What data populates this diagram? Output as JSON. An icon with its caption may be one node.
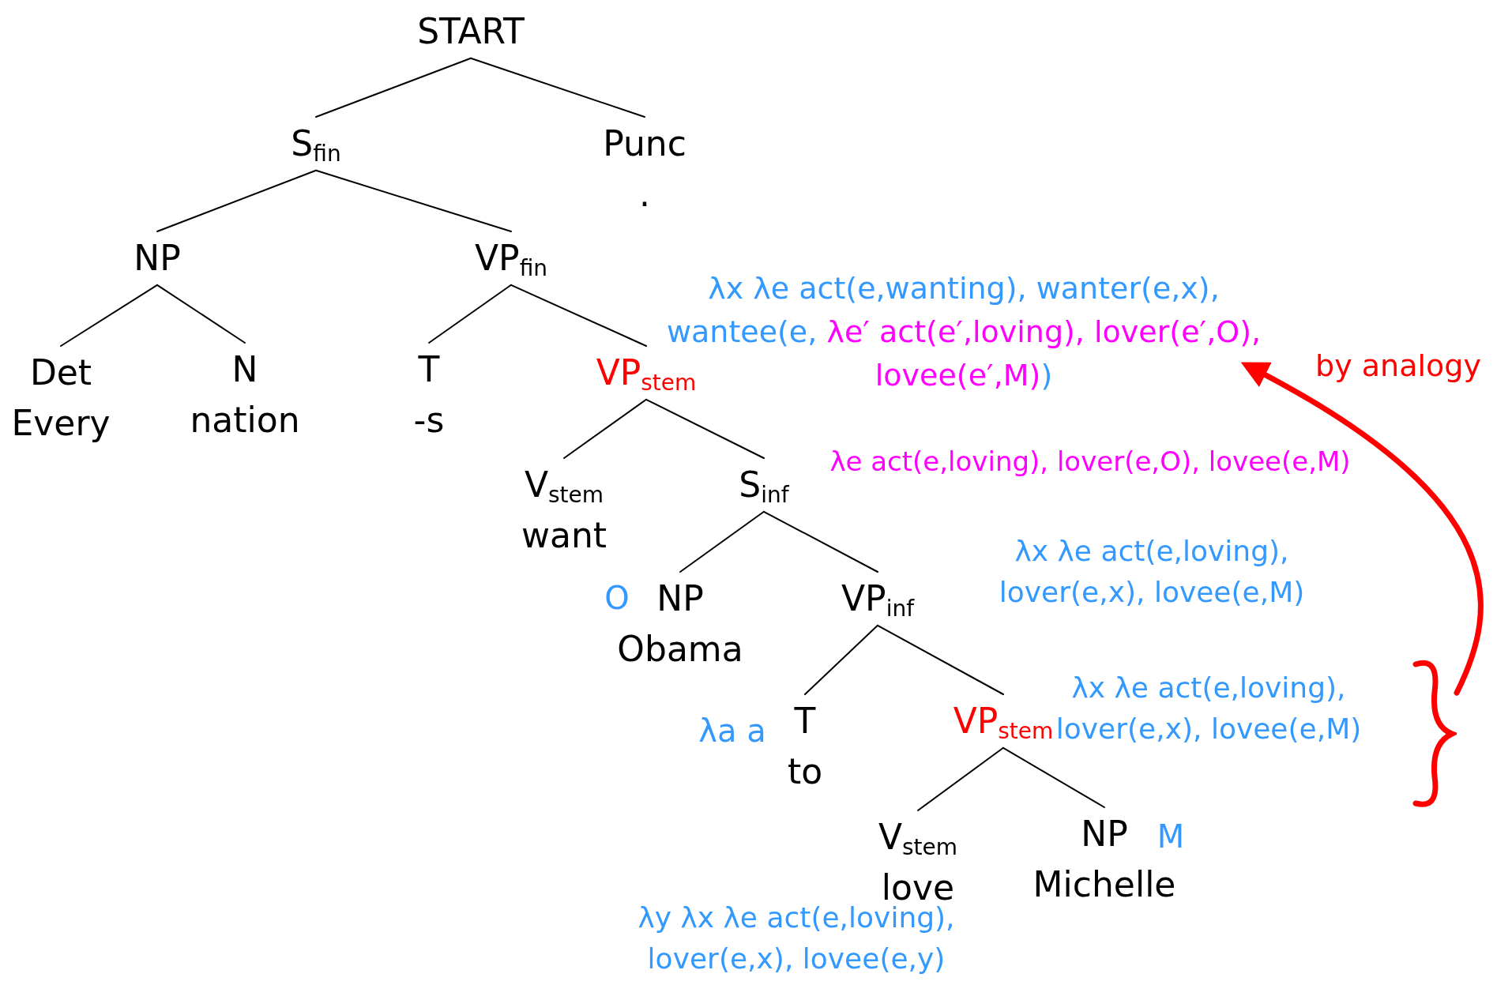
{
  "diagram": {
    "nodes": [
      {
        "text": [
          "START"
        ]
      },
      {
        "text": [
          "S$_{fin}$"
        ]
      },
      {
        "text": [
          "Punc",
          "."
        ]
      },
      {
        "text": [
          "NP"
        ]
      },
      {
        "text": [
          "VP$_{fin}$"
        ]
      },
      {
        "text": [
          "Det",
          "Every"
        ]
      },
      {
        "text": [
          "N",
          "nation"
        ]
      },
      {
        "text": [
          "T",
          "-s"
        ]
      },
      {
        "text": [
          "VP$_{stem}$"
        ]
      },
      {
        "text": [
          "V$_{stem}$",
          "want"
        ]
      },
      {
        "text": [
          "S$_{inf}$"
        ]
      },
      {
        "text": [
          "NP",
          "Obama"
        ],
        "beside": [
          "O"
        ]
      },
      {
        "text": [
          "VP$_{inf}$"
        ]
      },
      {
        "text": [
          "T",
          "to"
        ],
        "beside": [
          "λa a"
        ]
      },
      {
        "text": [
          "VP$_{stem}$"
        ]
      },
      {
        "text": [
          "V$_{stem}$",
          "love"
        ]
      },
      {
        "text": [
          "NP",
          "Michelle"
        ],
        "beside": [
          "M"
        ]
      },
      {
        "text": [
          "λx λe act(e,wanting), wanter(e,x), wantee(e,",
          "λe′ act(e′,loving), lover(e′,O), lovee(e′,M)",
          ")"
        ]
      },
      {
        "text": [
          "λx λe act(e,loving), lover(e,x), lovee(e,M)"
        ]
      }
    ],
    "edges": [
      {
        "from": 0,
        "to": 1,
        "arrow": "none"
      },
      {
        "from": 0,
        "to": 2,
        "arrow": "none"
      },
      {
        "from": 1,
        "to": 3,
        "arrow": "none"
      },
      {
        "from": 1,
        "to": 4,
        "arrow": "none"
      },
      {
        "from": 3,
        "to": 5,
        "arrow": "none"
      },
      {
        "from": 3,
        "to": 6,
        "arrow": "none"
      },
      {
        "from": 4,
        "to": 7,
        "arrow": "none"
      },
      {
        "from": 4,
        "to": 8,
        "arrow": "none"
      },
      {
        "from": 8,
        "to": 9,
        "arrow": "none"
      },
      {
        "from": 8,
        "to": 10,
        "arrow": "none"
      },
      {
        "from": 10,
        "to": 11,
        "arrow": "none"
      },
      {
        "from": 10,
        "to": 12,
        "arrow": "none"
      },
      {
        "from": 12,
        "to": 13,
        "arrow": "none"
      },
      {
        "from": 12,
        "to": 14,
        "arrow": "none"
      },
      {
        "from": 14,
        "to": 15,
        "arrow": "none"
      },
      {
        "from": 14,
        "to": 16,
        "arrow": "none"
      },
      {
        "from": 18,
        "to": 17,
        "arrow": "to",
        "label": "by analogy",
        "style": "thick",
        "color": "#ff0000"
      }
    ],
    "labels": [
      "λe act(e,loving), lover(e,O), lovee(e,M)",
      "λx λe act(e,loving), lover(e,x), lovee(e,M)",
      "λy λx λe act(e,loving), lover(e,x), lovee(e,y)"
    ]
  }
}
